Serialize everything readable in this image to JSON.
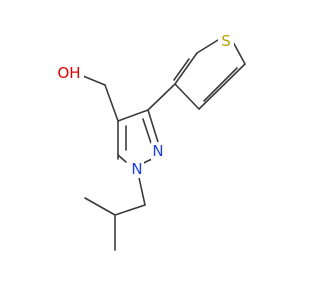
{
  "molecule": {
    "atoms": {
      "sulfur": "S",
      "hydroxyl": "OH",
      "nitrogen_pyrazole_1": "N",
      "nitrogen_pyrazole_2": "N"
    },
    "colors": {
      "bond": "#3a3a3a",
      "sulfur": "#b8a200",
      "oxygen": "#e00000",
      "nitrogen": "#1f3fe0"
    }
  }
}
